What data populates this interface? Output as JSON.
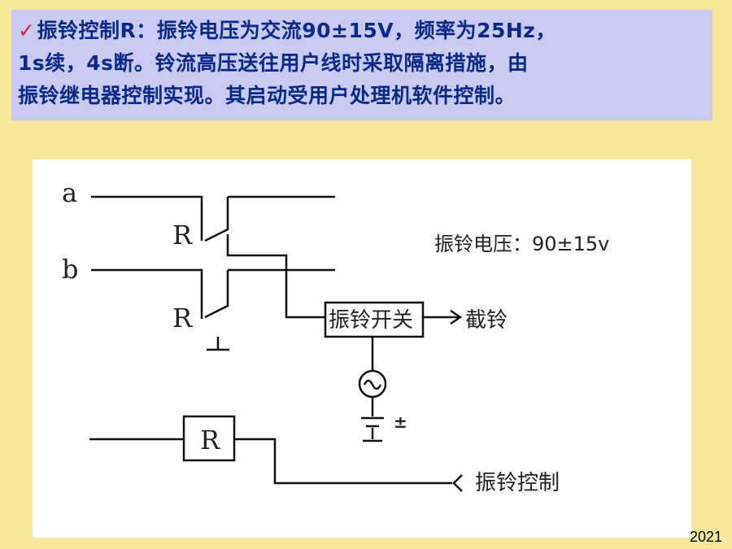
{
  "header": {
    "check_mark": "✓",
    "line1": "振铃控制R：振铃电压为交流90±15V，频率为25Hz，",
    "line2": "1s续，4s断。铃流高压送往用户线时采取隔离措施，由",
    "line3": "振铃继电器控制实现。其启动受用户处理机软件控制。"
  },
  "diagram": {
    "label_a": "a",
    "label_b": "b",
    "label_r_top": "R",
    "label_r_mid": "R",
    "label_voltage": "振铃电压：90±15v",
    "switch_label": "振铃开关",
    "output_label": "截铃",
    "relay_label": "R",
    "control_label": "振铃控制",
    "ground_symbol": "⊥",
    "battery_sign": "±"
  },
  "footer": {
    "year": "2021"
  },
  "colors": {
    "background": "#f8e89a",
    "note_box": "#c9c9f2",
    "text": "#0a2a8a",
    "check": "#d4262a"
  }
}
